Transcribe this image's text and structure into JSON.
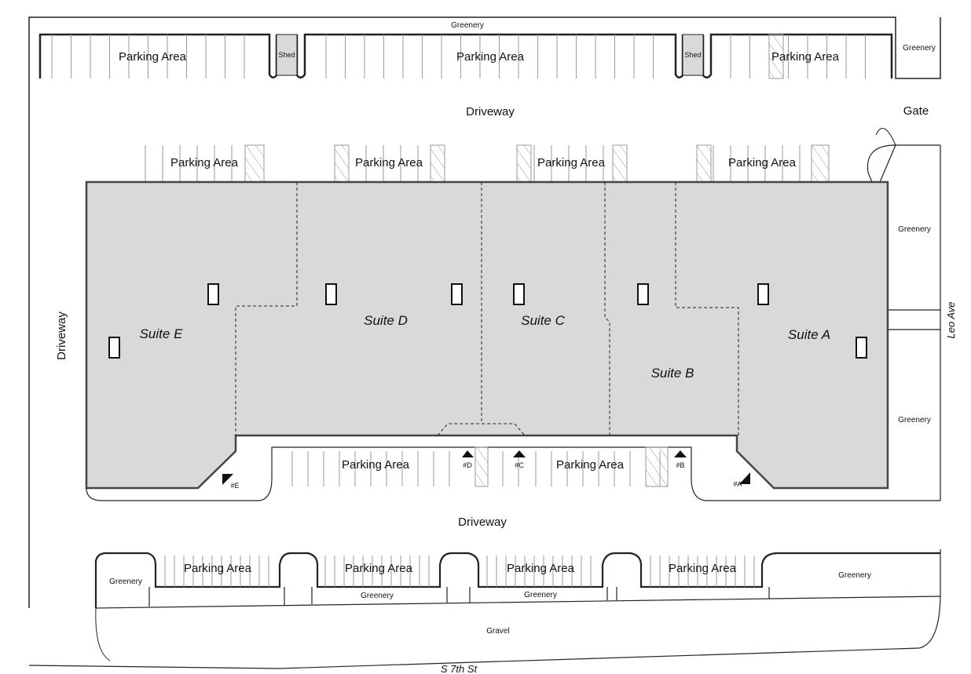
{
  "title": "Site plan",
  "labels": {
    "greenery_top": "Greenery",
    "greenery_top_right": "Greenery",
    "greenery_right_upper": "Greenery",
    "greenery_right_lower": "Greenery",
    "greenery_bottom_left": "Greenery",
    "greenery_bottom_mid1": "Greenery",
    "greenery_bottom_mid2": "Greenery",
    "greenery_bottom_right": "Greenery",
    "shed_1": "Shed",
    "shed_2": "Shed",
    "gate": "Gate",
    "driveway_top": "Driveway",
    "driveway_left": "Driveway",
    "driveway_bottom": "Driveway",
    "gravel": "Gravel",
    "street_south": "S 7th St",
    "street_east": "Leo Ave"
  },
  "parking": {
    "top_row": [
      "Parking Area",
      "Parking Area",
      "Parking Area"
    ],
    "upper_row": [
      "Parking Area",
      "Parking Area",
      "Parking Area",
      "Parking Area"
    ],
    "front_row": [
      "Parking Area",
      "Parking Area"
    ],
    "bottom_row": [
      "Parking Area",
      "Parking Area",
      "Parking Area",
      "Parking Area"
    ]
  },
  "suites": [
    "Suite E",
    "Suite D",
    "Suite C",
    "Suite B",
    "Suite A"
  ],
  "entrances": [
    "#E",
    "#D",
    "#C",
    "#B",
    "#A"
  ],
  "colors": {
    "building": "#d9d9d9",
    "line": "#222222",
    "stall": "#999999"
  }
}
